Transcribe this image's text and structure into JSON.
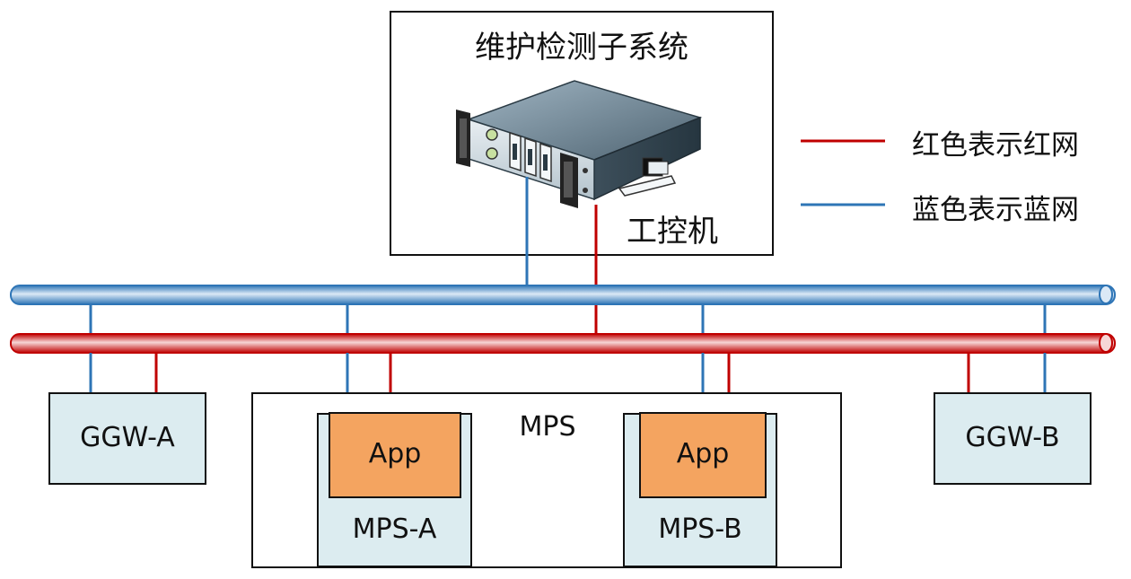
{
  "maintenance_subsystem": {
    "title": "维护检测子系统",
    "device_label": "工控机",
    "device_icon": "industrial-pc-server-icon"
  },
  "legend": {
    "red_label": "红色表示红网",
    "blue_label": "蓝色表示蓝网"
  },
  "nodes": {
    "ggw_a": "GGW-A",
    "ggw_b": "GGW-B",
    "mps": "MPS",
    "mps_a": "MPS-A",
    "mps_b": "MPS-B",
    "app_a": "App",
    "app_b": "App"
  },
  "colors": {
    "red_net": "#c00000",
    "blue_net": "#2e75b6",
    "node_fill": "#dcecf0",
    "app_fill": "#f4a460"
  }
}
